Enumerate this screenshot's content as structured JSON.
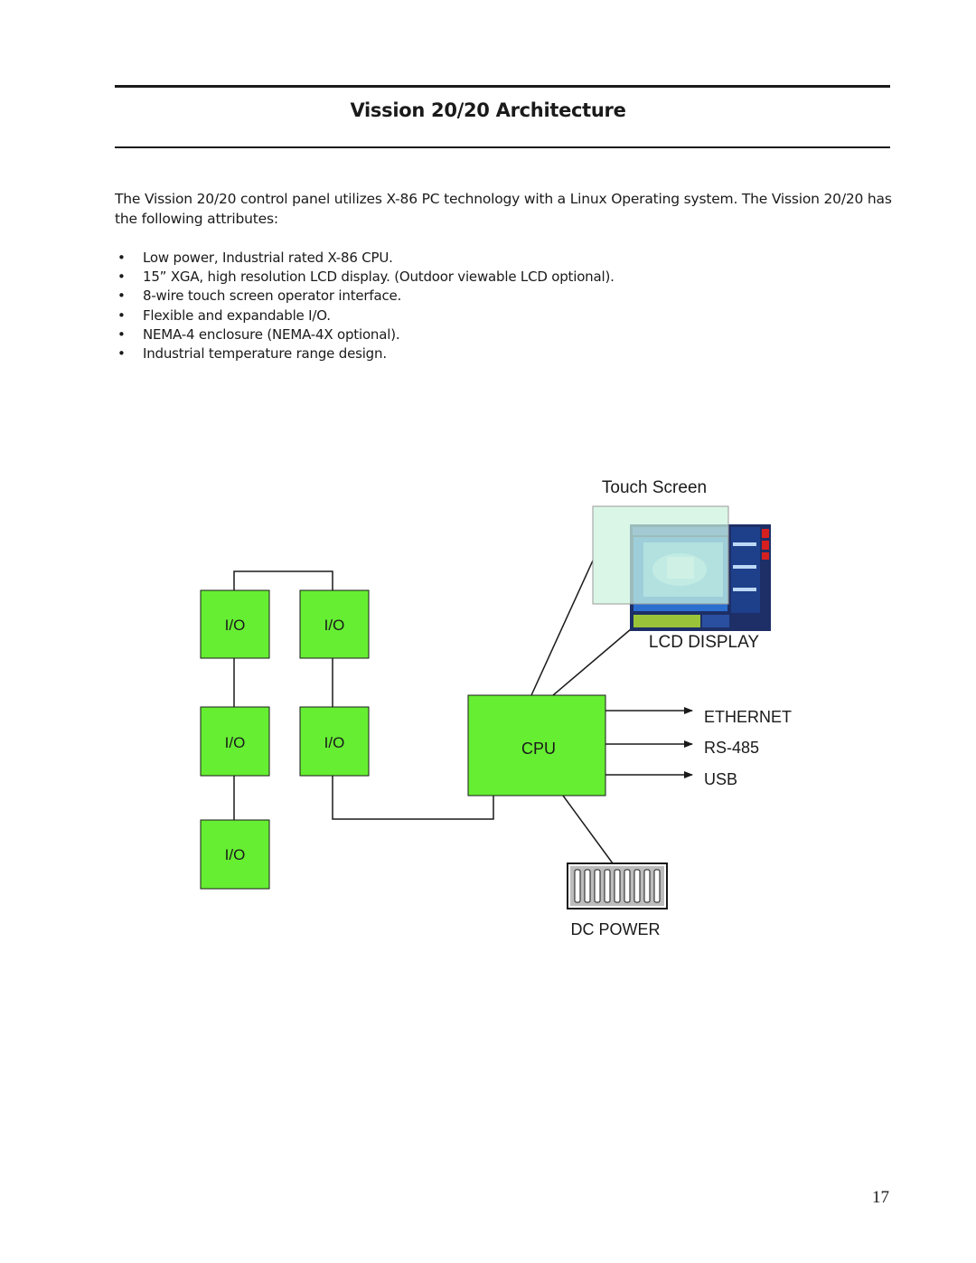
{
  "title": "Vission 20/20 Architecture",
  "intro": "The Vission 20/20 control panel utilizes X-86 PC technology with a Linux Operating system.  The Vission 20/20 has the following attributes:",
  "features": [
    "Low power, Industrial rated X-86 CPU.",
    "15” XGA, high resolution LCD display. (Outdoor viewable LCD optional).",
    "8-wire touch screen operator interface.",
    "Flexible and expandable I/O.",
    "NEMA-4 enclosure (NEMA-4X optional).",
    "Industrial temperature range design."
  ],
  "diagram": {
    "touch_screen": "Touch Screen",
    "lcd_display": "LCD DISPLAY",
    "cpu": "CPU",
    "io_label": "I/O",
    "ports": [
      "ETHERNET",
      "RS-485",
      "USB"
    ],
    "dc_power": "DC POWER",
    "colors": {
      "module_fill": "#66ee33",
      "touch_overlay": "#ccf2dc",
      "screen_blue": "#2a6fd0"
    }
  },
  "page_number": "17"
}
